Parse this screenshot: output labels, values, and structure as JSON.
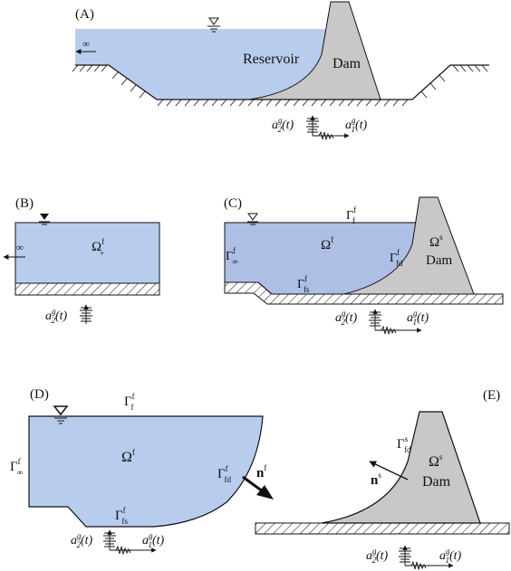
{
  "panels": {
    "a": {
      "label": "(A)",
      "reservoir_label": "Reservoir",
      "dam_label": "Dam",
      "infinity": "∞",
      "accel_vertical": {
        "base": "a",
        "sup": "g",
        "sub": "2",
        "arg": "(t)"
      },
      "accel_horizontal": {
        "base": "a",
        "sup": "g",
        "sub": "1",
        "arg": "(t)"
      }
    },
    "b": {
      "label": "(B)",
      "infinity": "∞",
      "domain_label": {
        "base": "Ω",
        "sup": "f",
        "sub": "+"
      },
      "accel_vertical": {
        "base": "a",
        "sup": "g",
        "sub": "2",
        "arg": "(t)"
      }
    },
    "c": {
      "label": "(C)",
      "top_boundary": {
        "base": "Γ",
        "sup": "f",
        "sub": "f"
      },
      "far_boundary": {
        "base": "Γ",
        "sup": "f",
        "sub": "∞"
      },
      "fluid_domain": {
        "base": "Ω",
        "sup": "f"
      },
      "interface_boundary": {
        "base": "Γ",
        "sup": "f",
        "sub": "fd"
      },
      "solid_domain": {
        "base": "Ω",
        "sup": "s"
      },
      "dam_label": "Dam",
      "bottom_boundary": {
        "base": "Γ",
        "sup": "f",
        "sub": "fs"
      },
      "accel_vertical": {
        "base": "a",
        "sup": "g",
        "sub": "2",
        "arg": "(t)"
      },
      "accel_horizontal": {
        "base": "a",
        "sup": "g",
        "sub": "1",
        "arg": "(t)"
      }
    },
    "d": {
      "label": "(D)",
      "top_boundary": {
        "base": "Γ",
        "sup": "f",
        "sub": "f"
      },
      "far_boundary": {
        "base": "Γ",
        "sup": "f",
        "sub": "∞"
      },
      "fluid_domain": {
        "base": "Ω",
        "sup": "f"
      },
      "interface_boundary": {
        "base": "Γ",
        "sup": "f",
        "sub": "fd"
      },
      "normal": {
        "base": "n",
        "sup": "f"
      },
      "bottom_boundary": {
        "base": "Γ",
        "sup": "f",
        "sub": "fs"
      },
      "accel_vertical": {
        "base": "a",
        "sup": "g",
        "sub": "2",
        "arg": "(t)"
      },
      "accel_horizontal": {
        "base": "a",
        "sup": "g",
        "sub": "1",
        "arg": "(t)"
      }
    },
    "e": {
      "label": "(E)",
      "interface_boundary": {
        "base": "Γ",
        "sup": "s",
        "sub": "fd"
      },
      "normal": {
        "base": "n",
        "sup": "s"
      },
      "solid_domain": {
        "base": "Ω",
        "sup": "s"
      },
      "dam_label": "Dam",
      "accel_vertical": {
        "base": "a",
        "sup": "g",
        "sub": "2",
        "arg": "(t)"
      },
      "accel_horizontal": {
        "base": "a",
        "sup": "g",
        "sub": "1",
        "arg": "(t)"
      }
    }
  },
  "colors": {
    "water_light": "#b8cdee",
    "water_dark": "#aebfe6",
    "dam_gray": "#c8c8c8",
    "outline": "#111111"
  }
}
